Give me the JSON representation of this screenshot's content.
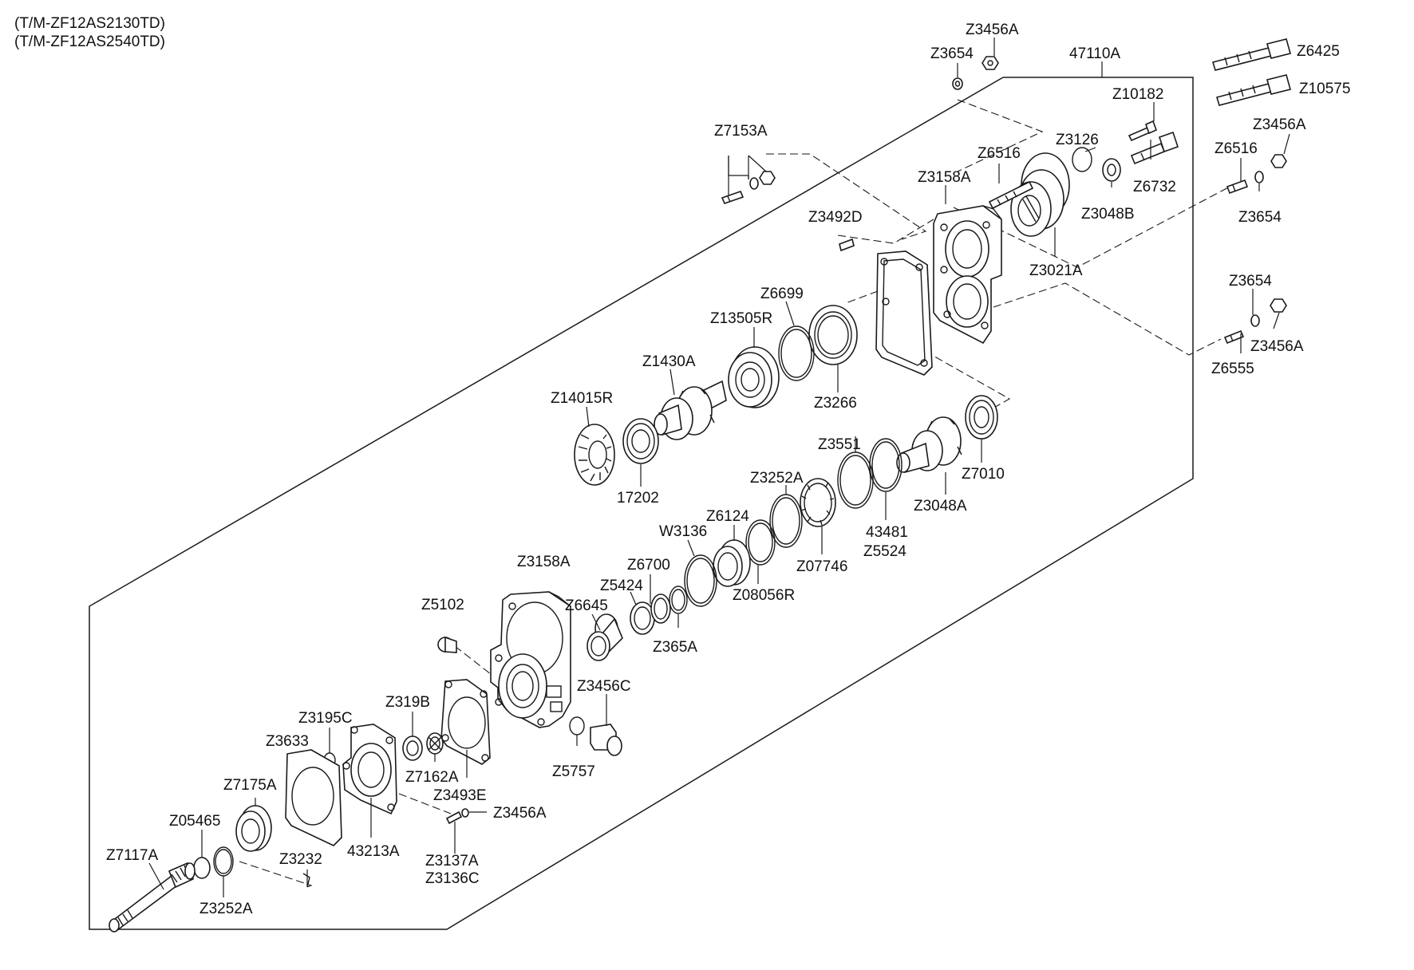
{
  "header": {
    "lines": [
      "(T/M-ZF12AS2130TD)",
      "(T/M-ZF12AS2540TD)"
    ]
  },
  "colors": {
    "line": "#1a1a1a",
    "text": "#111111",
    "background": "#ffffff"
  },
  "labels": [
    {
      "id": "l01",
      "text": "Z3456A"
    },
    {
      "id": "l02",
      "text": "47110A"
    },
    {
      "id": "l03",
      "text": "Z3654"
    },
    {
      "id": "l04",
      "text": "Z6425"
    },
    {
      "id": "l05",
      "text": "Z10575"
    },
    {
      "id": "l06",
      "text": "Z10182"
    },
    {
      "id": "l07",
      "text": "Z3456A"
    },
    {
      "id": "l08",
      "text": "Z7153A"
    },
    {
      "id": "l09",
      "text": "Z6516"
    },
    {
      "id": "l10",
      "text": "Z3126"
    },
    {
      "id": "l11",
      "text": "Z6516"
    },
    {
      "id": "l12",
      "text": "Z3158A"
    },
    {
      "id": "l13",
      "text": "Z6732"
    },
    {
      "id": "l14",
      "text": "Z3048B"
    },
    {
      "id": "l15",
      "text": "Z3654"
    },
    {
      "id": "l16",
      "text": "Z3492D"
    },
    {
      "id": "l17",
      "text": "Z3021A"
    },
    {
      "id": "l18",
      "text": "Z3654"
    },
    {
      "id": "l19",
      "text": "Z6699"
    },
    {
      "id": "l20",
      "text": "Z13505R"
    },
    {
      "id": "l21",
      "text": "Z3456A"
    },
    {
      "id": "l22",
      "text": "Z6555"
    },
    {
      "id": "l23",
      "text": "Z1430A"
    },
    {
      "id": "l24",
      "text": "Z3266"
    },
    {
      "id": "l25",
      "text": "Z14015R"
    },
    {
      "id": "l26",
      "text": "Z3551"
    },
    {
      "id": "l27",
      "text": "Z7010"
    },
    {
      "id": "l28",
      "text": "17202"
    },
    {
      "id": "l29",
      "text": "Z3252A"
    },
    {
      "id": "l30",
      "text": "Z3048A"
    },
    {
      "id": "l31",
      "text": "Z6124"
    },
    {
      "id": "l32",
      "text": "W3136"
    },
    {
      "id": "l33",
      "text": "43481"
    },
    {
      "id": "l34",
      "text": "Z5524"
    },
    {
      "id": "l35",
      "text": "Z3158A"
    },
    {
      "id": "l36",
      "text": "Z6700"
    },
    {
      "id": "l37",
      "text": "Z07746"
    },
    {
      "id": "l38",
      "text": "Z5424"
    },
    {
      "id": "l39",
      "text": "Z08056R"
    },
    {
      "id": "l40",
      "text": "Z6645"
    },
    {
      "id": "l41",
      "text": "Z5102"
    },
    {
      "id": "l42",
      "text": "Z365A"
    },
    {
      "id": "l43",
      "text": "Z3456C"
    },
    {
      "id": "l44",
      "text": "Z319B"
    },
    {
      "id": "l45",
      "text": "Z3195C"
    },
    {
      "id": "l46",
      "text": "Z3633"
    },
    {
      "id": "l47",
      "text": "Z7162A"
    },
    {
      "id": "l48",
      "text": "Z5757"
    },
    {
      "id": "l49",
      "text": "Z3493E"
    },
    {
      "id": "l50",
      "text": "Z7175A"
    },
    {
      "id": "l51",
      "text": "Z05465"
    },
    {
      "id": "l52",
      "text": "Z3456A"
    },
    {
      "id": "l53",
      "text": "43213A"
    },
    {
      "id": "l54",
      "text": "Z7117A"
    },
    {
      "id": "l55",
      "text": "Z3232"
    },
    {
      "id": "l56",
      "text": "Z3137A"
    },
    {
      "id": "l57",
      "text": "Z3136C"
    },
    {
      "id": "l58",
      "text": "Z3252A"
    }
  ]
}
